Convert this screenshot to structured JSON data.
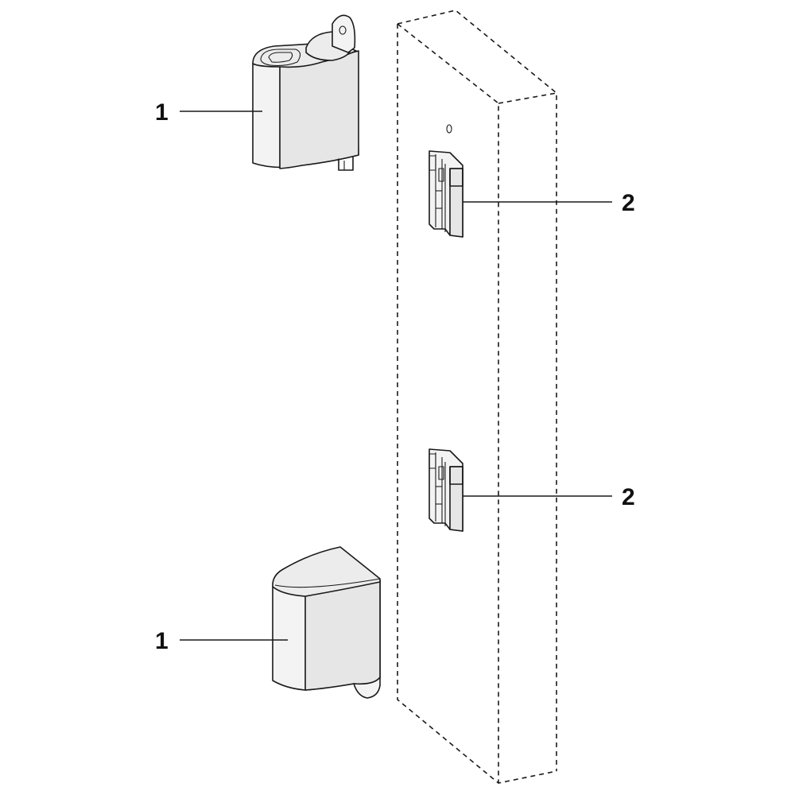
{
  "labels": {
    "top_cover": "1",
    "top_clip": "2",
    "bottom_clip": "2",
    "bottom_cover": "1"
  },
  "colors": {
    "line": "#1a1a1a",
    "fill_light": "#f3f3f3",
    "fill_shade": "#e6e6e6"
  }
}
